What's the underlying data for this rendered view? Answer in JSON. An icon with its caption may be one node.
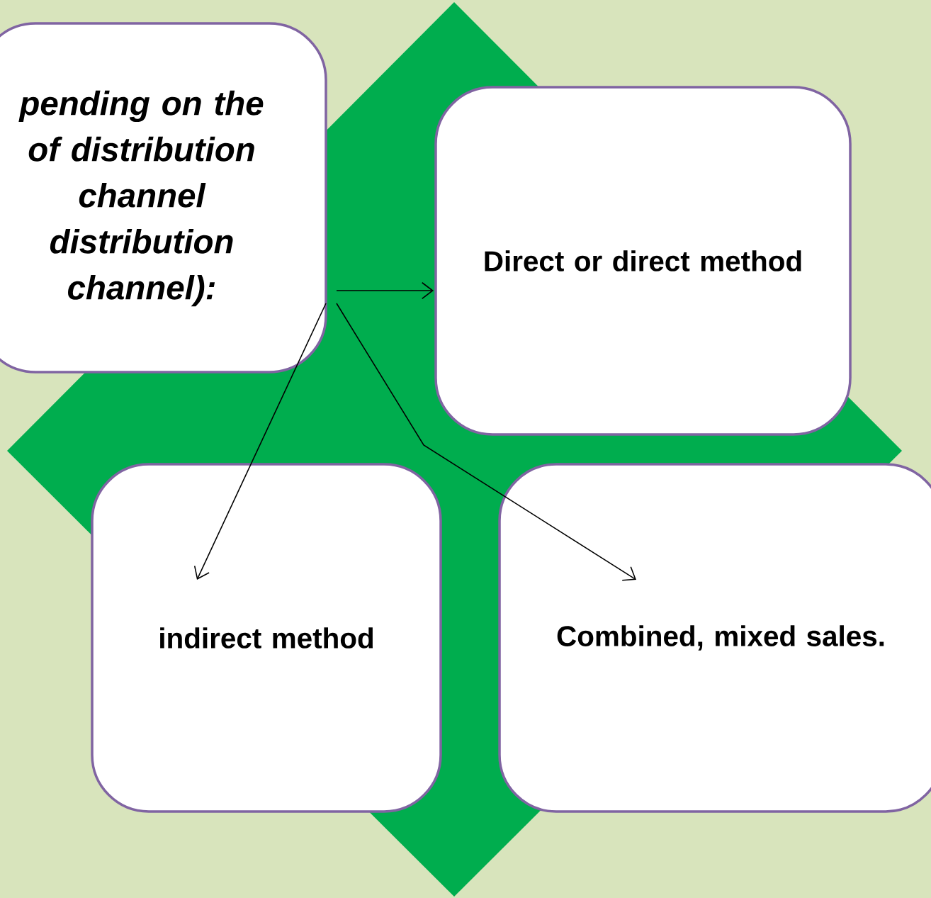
{
  "diagram": {
    "nodes": [
      {
        "text": [
          "pending on the of distribution channel distribution channel):"
        ]
      },
      {
        "text": [
          "Direct or direct method"
        ]
      },
      {
        "text": [
          "indirect method"
        ]
      },
      {
        "text": [
          "Combined, mixed sales."
        ]
      }
    ],
    "edges": [
      {
        "from": 0,
        "to": 1,
        "arrow": "to"
      },
      {
        "from": 0,
        "to": 2,
        "arrow": "to"
      },
      {
        "from": 0,
        "to": 3,
        "arrow": "to"
      }
    ]
  }
}
